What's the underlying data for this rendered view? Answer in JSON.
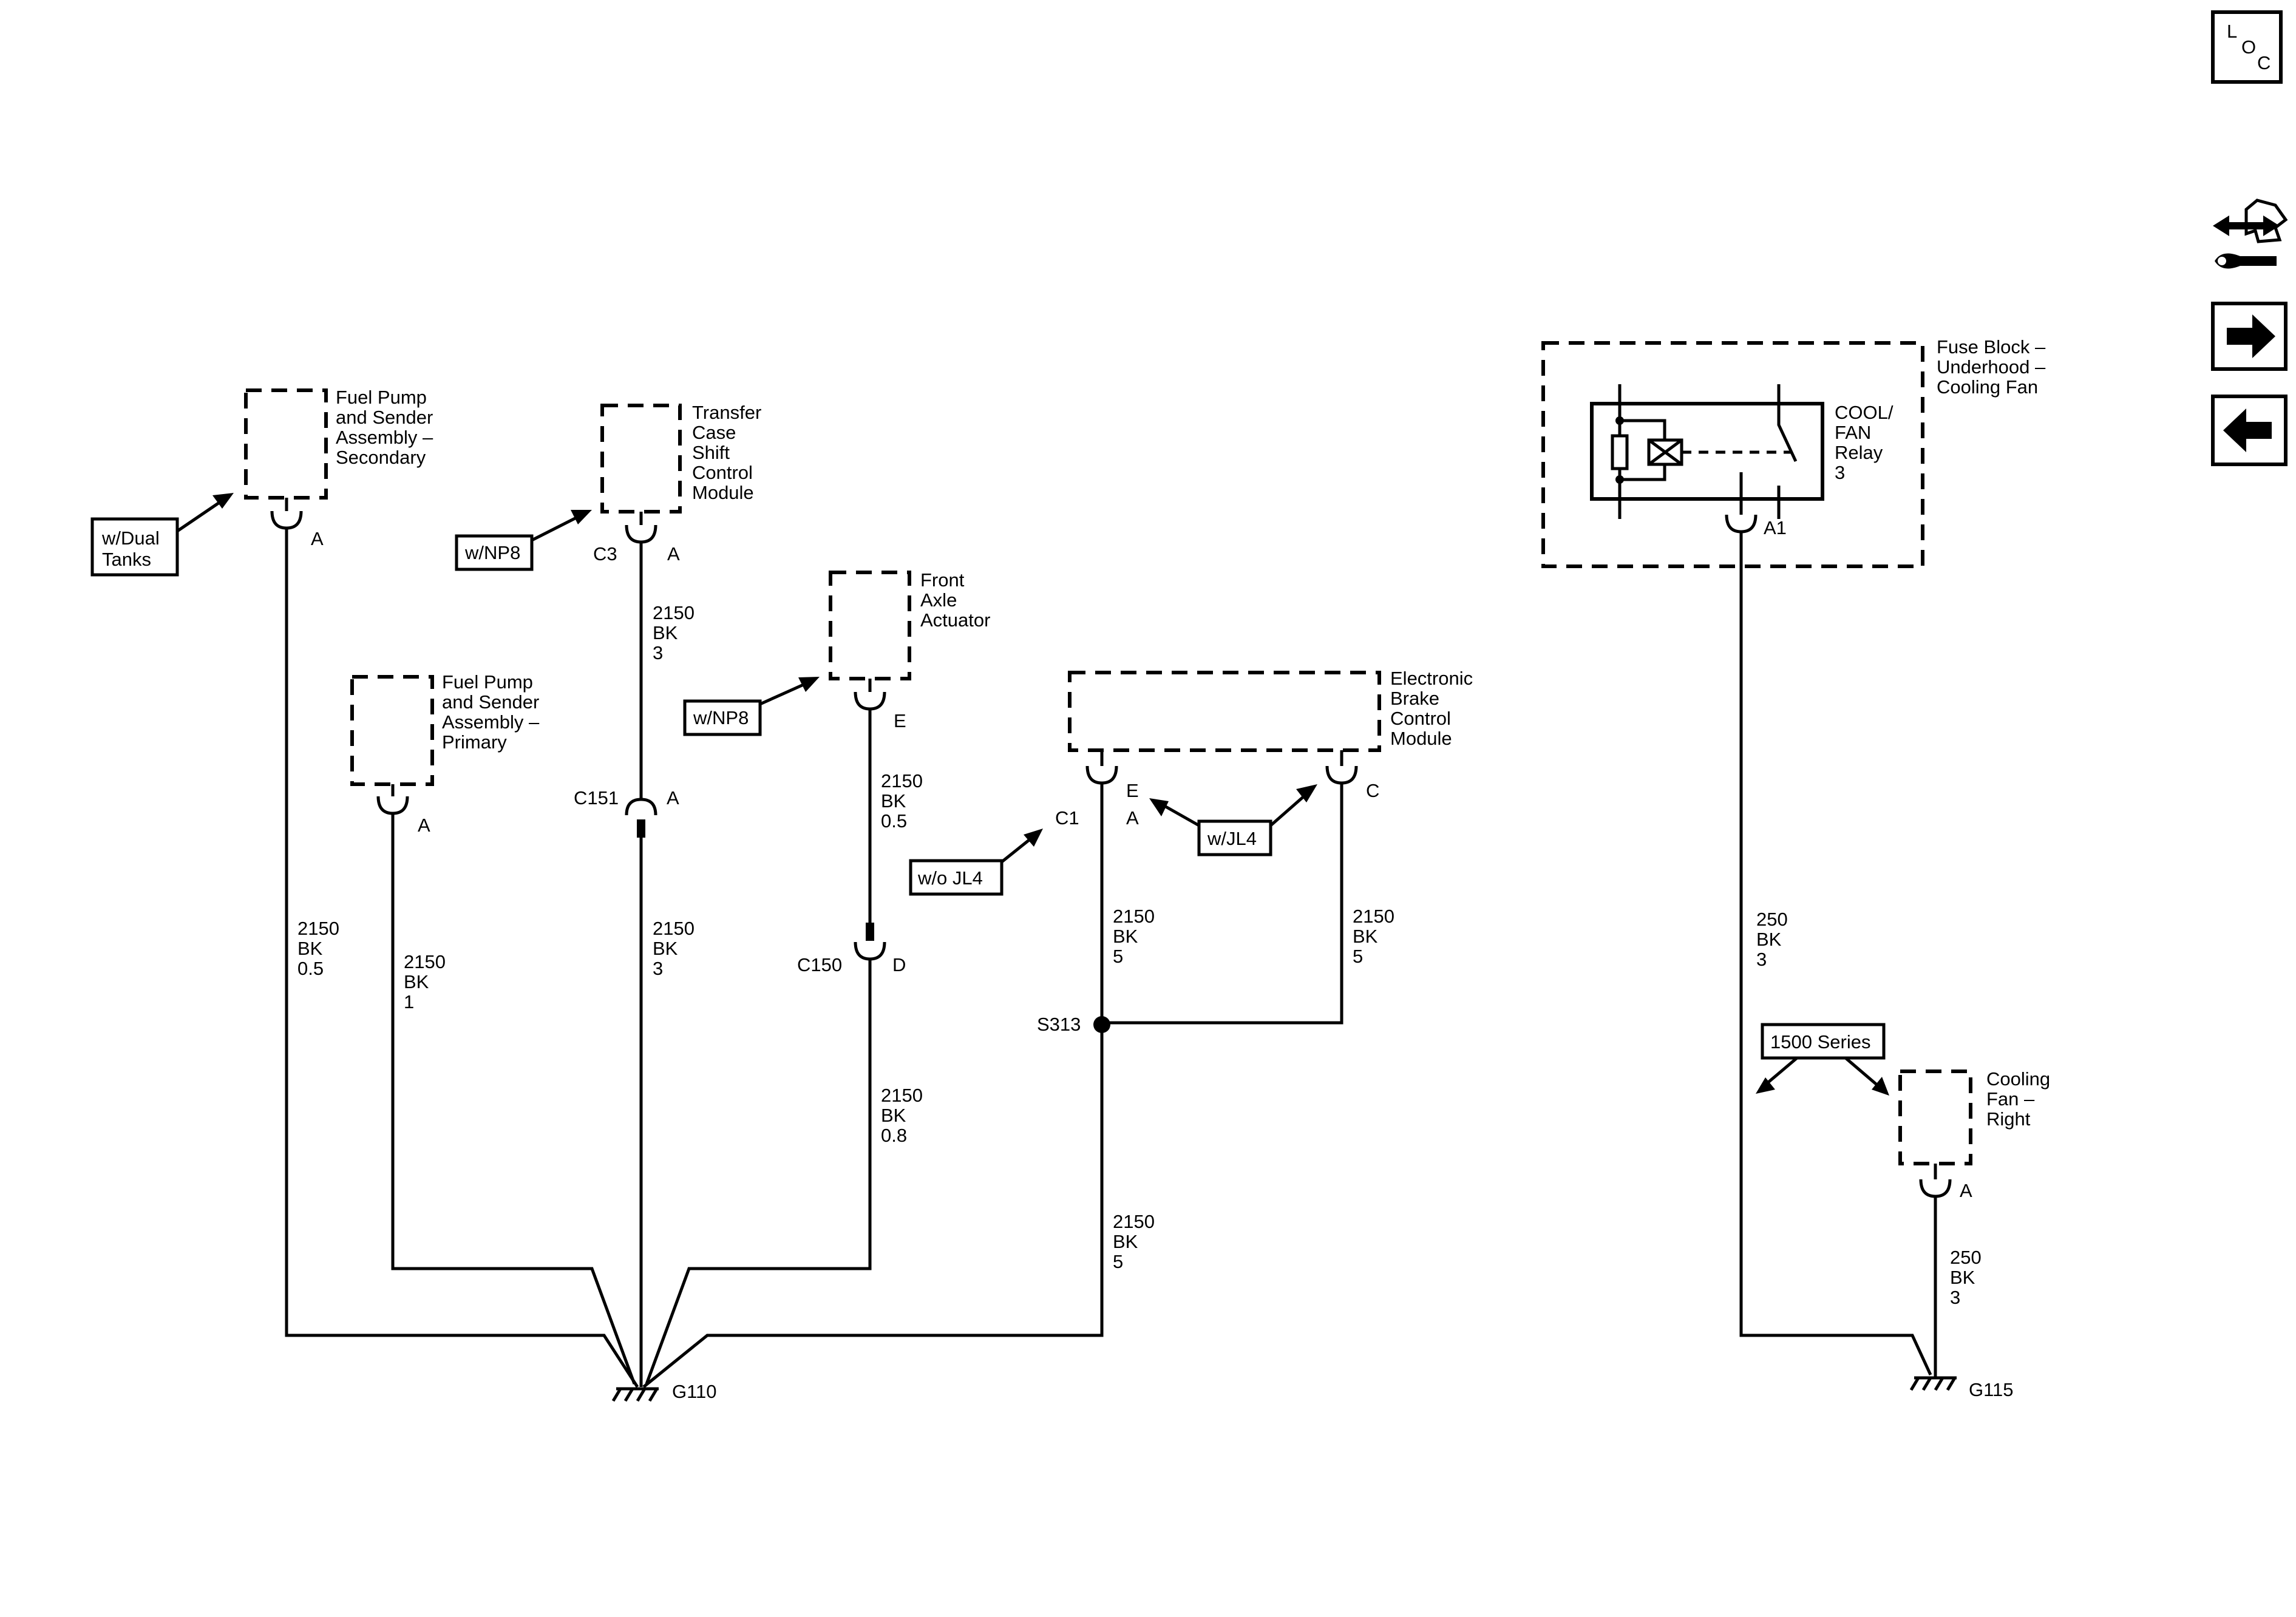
{
  "components": {
    "fuel_pump_secondary": {
      "lines": [
        "Fuel Pump",
        "and Sender",
        "Assembly –",
        "Secondary"
      ],
      "pin": "A"
    },
    "fuel_pump_primary": {
      "lines": [
        "Fuel Pump",
        "and Sender",
        "Assembly –",
        "Primary"
      ],
      "pin": "A"
    },
    "transfer_case": {
      "lines": [
        "Transfer",
        "Case",
        "Shift",
        "Control",
        "Module"
      ],
      "connector": "C3",
      "pin": "A"
    },
    "front_axle": {
      "lines": [
        "Front",
        "Axle",
        "Actuator"
      ],
      "pin": "E"
    },
    "ebcm": {
      "lines": [
        "Electronic",
        "Brake",
        "Control",
        "Module"
      ],
      "pin_left": "E",
      "pin_left_alt": "A",
      "pin_right": "C",
      "connector_left": "C1"
    },
    "fuse_block": {
      "lines": [
        "Fuse Block –",
        "Underhood –",
        "Cooling Fan"
      ],
      "pin": "A1"
    },
    "relay": {
      "lines": [
        "COOL/",
        "FAN",
        "Relay",
        "3"
      ]
    },
    "cooling_fan": {
      "lines": [
        "Cooling",
        "Fan –",
        "Right"
      ],
      "pin": "A"
    }
  },
  "inline_connectors": {
    "c151": {
      "name": "C151",
      "pin": "A"
    },
    "c150": {
      "name": "C150",
      "pin": "D"
    }
  },
  "tags": {
    "dual_tanks": [
      "w/Dual",
      "Tanks"
    ],
    "np8_transfer": "w/NP8",
    "np8_axle": "w/NP8",
    "wo_jl4": "w/o JL4",
    "w_jl4": "w/JL4",
    "series_1500": "1500 Series"
  },
  "wires": {
    "secondary": [
      "2150",
      "BK",
      "0.5"
    ],
    "primary": [
      "2150",
      "BK",
      "1"
    ],
    "transfer_upper": [
      "2150",
      "BK",
      "3"
    ],
    "transfer_lower": [
      "2150",
      "BK",
      "3"
    ],
    "axle_upper": [
      "2150",
      "BK",
      "0.5"
    ],
    "axle_lower": [
      "2150",
      "BK",
      "0.8"
    ],
    "ebcm_e": [
      "2150",
      "BK",
      "5"
    ],
    "ebcm_c": [
      "2150",
      "BK",
      "5"
    ],
    "splice_to_ground": [
      "2150",
      "BK",
      "5"
    ],
    "fan_relay": [
      "250",
      "BK",
      "3"
    ],
    "fan_right": [
      "250",
      "BK",
      "3"
    ]
  },
  "splice": {
    "name": "S313"
  },
  "grounds": {
    "g110": "G110",
    "g115": "G115"
  },
  "nav": {
    "loc": [
      "L",
      "O",
      "C"
    ]
  }
}
